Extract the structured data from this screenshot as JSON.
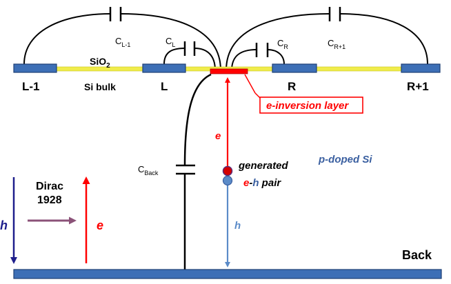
{
  "electrodes": {
    "l_minus_1": "L-1",
    "l": "L",
    "r": "R",
    "r_plus_1": "R+1"
  },
  "capacitors": {
    "c_l_minus_1": {
      "main": "C",
      "sub": "L-1"
    },
    "c_l": {
      "main": "C",
      "sub": "L"
    },
    "c_r": {
      "main": "C",
      "sub": "R"
    },
    "c_r_plus_1": {
      "main": "C",
      "sub": "R+1"
    },
    "c_back": {
      "main": "C",
      "sub": "Back"
    }
  },
  "labels": {
    "sio2_main": "SiO",
    "sio2_sub": "2",
    "si_bulk": "Si bulk",
    "inversion_layer": "e-inversion layer",
    "p_doped": "p-doped Si",
    "generated": "generated",
    "pair_e": "e",
    "pair_dash": "-",
    "pair_h": "h",
    "pair_word": " pair",
    "electron_arrow": "e",
    "hole_arrow": "h",
    "dirac_line1": "Dirac",
    "dirac_line2": "1928",
    "dirac_h": "h",
    "dirac_e": "e",
    "back": "Back"
  },
  "colors": {
    "electrode": "#3d6fb6",
    "electrode_edge": "#1f3f75",
    "oxide": "#f0ec4a",
    "inversion": "#ff0000",
    "electron": "#ff0000",
    "hole": "#5b8bc8",
    "dark_blue_arrow": "#1e1e8c",
    "purple_arrow": "#8b5278",
    "p_doped_text": "#3a5fa0",
    "wire": "#000000"
  }
}
